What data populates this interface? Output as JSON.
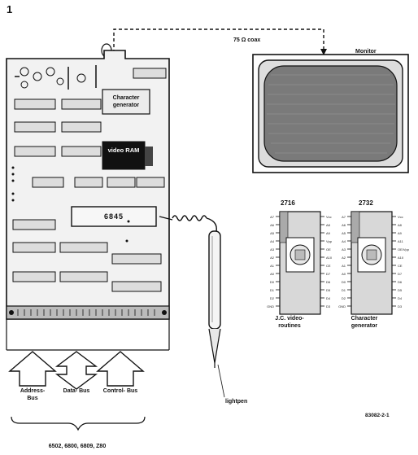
{
  "figure_number": "1",
  "coax_label": "75 Ω coax",
  "monitor_label": "Monitor",
  "char_gen_label": "Character generator",
  "video_ram_label": "video RAM",
  "crtc_label": "6845",
  "eprom_left": {
    "part": "2716",
    "caption": "J.C. video- routines",
    "left_pins": [
      "A7",
      "A6",
      "A5",
      "A4",
      "A3",
      "A2",
      "A1",
      "A0",
      "D0",
      "D1",
      "D2",
      "GND"
    ],
    "right_pins": [
      "Vcc",
      "A8",
      "A9",
      "Vpp",
      "OE",
      "A10",
      "CE",
      "D7",
      "D6",
      "D5",
      "D4",
      "D3"
    ]
  },
  "eprom_right": {
    "part": "2732",
    "caption": "Character generator",
    "left_pins": [
      "A7",
      "A6",
      "A5",
      "A4",
      "A3",
      "A2",
      "A1",
      "A0",
      "D0",
      "D1",
      "D2",
      "GND"
    ],
    "right_pins": [
      "Vcc",
      "A8",
      "A9",
      "A11",
      "OE/Vpp",
      "A10",
      "CE",
      "D7",
      "D6",
      "D5",
      "D4",
      "D3"
    ]
  },
  "lightpen_label": "lightpen",
  "buses": [
    "Address- Bus",
    "Data- Bus",
    "Control- Bus"
  ],
  "cpu_list": "6502, 6800, 6809, Z80",
  "drawing_code": "83082-2-1",
  "colors": {
    "ink": "#1a1a1a",
    "board": "#f2f2f2",
    "screen": "#7a7a7a"
  }
}
